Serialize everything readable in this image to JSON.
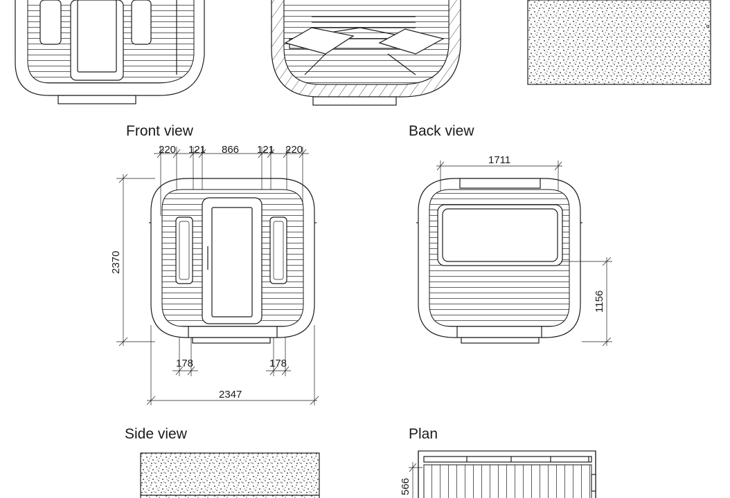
{
  "sections": {
    "front": "Front view",
    "back": "Back view",
    "side": "Side view",
    "plan": "Plan"
  },
  "front_dims": {
    "d1": "220",
    "d2": "121",
    "d3": "866",
    "d4": "121",
    "d5": "220",
    "height": "2370",
    "bottom_left": "178",
    "bottom_right": "178",
    "width": "2347"
  },
  "back_dims": {
    "top": "1711",
    "right": "1156"
  },
  "plan_dims": {
    "left": "566"
  },
  "colors": {
    "ink": "#1a1a1a",
    "paper": "#ffffff"
  }
}
